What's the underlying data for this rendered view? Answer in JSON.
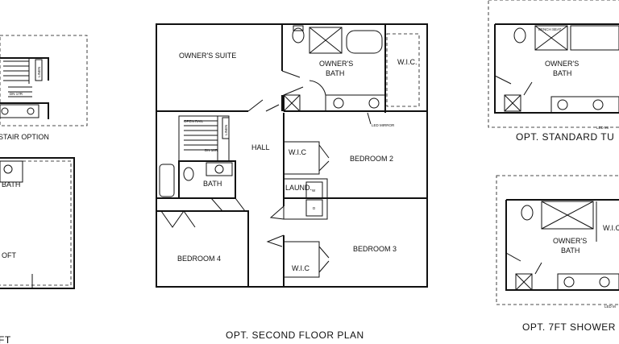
{
  "captions": {
    "stair_option": "STAIR OPTION",
    "loft": "FT",
    "second_floor": "OPT. SECOND FLOOR PLAN",
    "standard_tub": "OPT. STANDARD TU",
    "shower": "OPT. 7FT SHOWER"
  },
  "rooms": {
    "owners_suite": "OWNER'S SUITE",
    "owners_bath_1": "OWNER'S",
    "owners_bath_2": "BATH",
    "wic_owner": "W.I.C.",
    "hall": "HALL",
    "bedroom2": "BEDROOM 2",
    "bedroom3": "BEDROOM 3",
    "bedroom4": "BEDROOM 4",
    "wic_b2": "W.I.C",
    "wic_b3": "W.I.C",
    "laundry": "LAUND.",
    "bath": "BATH",
    "led_mirror": "LED MIRROR",
    "linen": "LINEN",
    "dn_stair": "DN 18R",
    "dn_stair_left": "DN 17R",
    "left_bath": "BATH",
    "loft": "OFT",
    "bench_seat": "BENCH SEAT",
    "std_owners_1": "OWNER'S",
    "std_owners_2": "BATH",
    "shower_owners_1": "OWNER'S",
    "shower_owners_2": "BATH",
    "shower_wic": "W.I.C",
    "std_led": "LED MI",
    "shower_led": "LED M"
  }
}
